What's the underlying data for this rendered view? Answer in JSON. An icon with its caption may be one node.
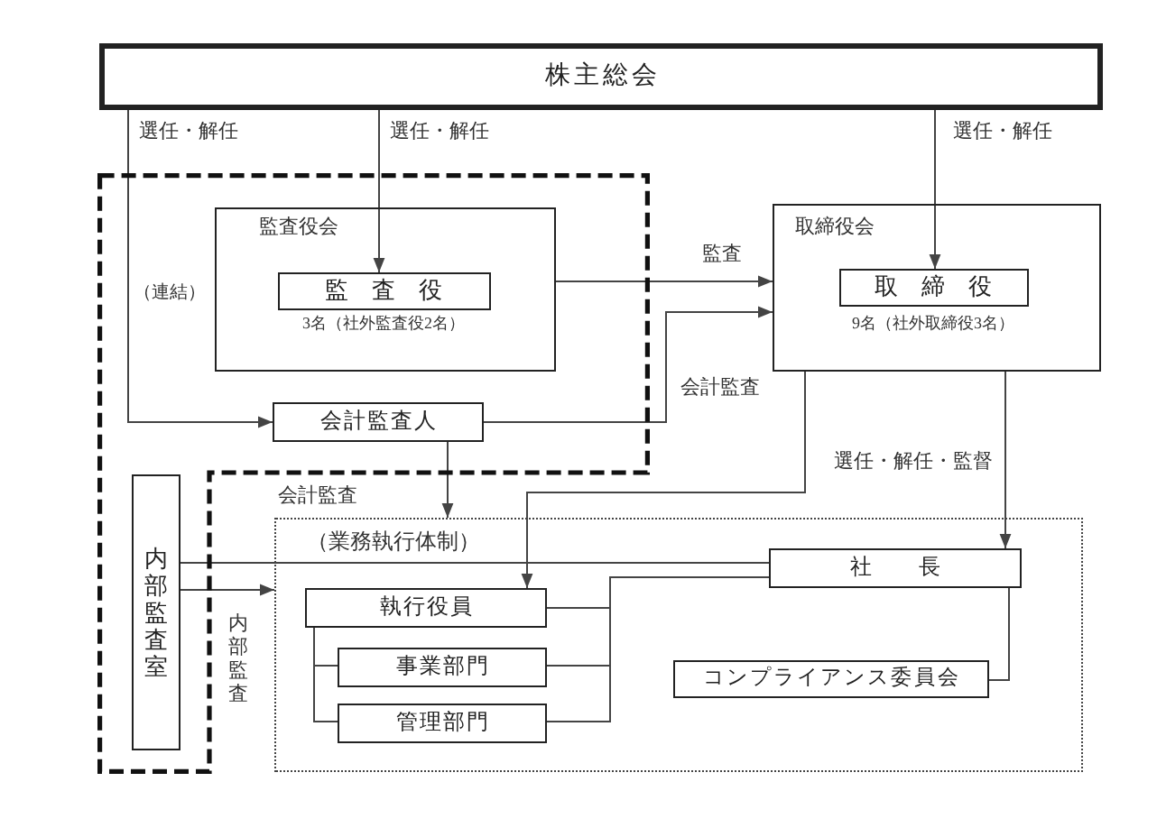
{
  "diagram": {
    "nodes": [
      {
        "text": [
          "株主総会"
        ]
      },
      {
        "text": [
          "（連結）"
        ]
      },
      {
        "text": [
          "監査役会"
        ],
        "in": 1
      },
      {
        "text": [
          "監査役"
        ],
        "in": 2,
        "beside": [
          "3名（社外監査役2名）"
        ]
      },
      {
        "text": [
          "会計監査人"
        ],
        "in": 1
      },
      {
        "text": [
          "内部監査室"
        ],
        "in": 1
      },
      {
        "text": [
          "取締役会"
        ]
      },
      {
        "text": [
          "取締役"
        ],
        "in": 6,
        "beside": [
          "9名（社外取締役3名）"
        ]
      },
      {
        "text": [
          "（業務執行体制）"
        ]
      },
      {
        "text": [
          "社長"
        ],
        "in": 8
      },
      {
        "text": [
          "執行役員"
        ],
        "in": 8
      },
      {
        "text": [
          "事業部門"
        ],
        "in": 8
      },
      {
        "text": [
          "管理部門"
        ],
        "in": 8
      },
      {
        "text": [
          "コンプライアンス委員会"
        ],
        "in": 8
      }
    ],
    "edges": [
      {
        "from": 0,
        "to": 4,
        "arrow": "to",
        "label": "選任・解任"
      },
      {
        "from": 0,
        "to": 3,
        "arrow": "to",
        "label": "選任・解任"
      },
      {
        "from": 0,
        "to": 7,
        "arrow": "to",
        "label": "選任・解任"
      },
      {
        "from": 2,
        "to": 6,
        "arrow": "to",
        "label": "監査"
      },
      {
        "from": 4,
        "to": 6,
        "arrow": "to",
        "label": "会計監査"
      },
      {
        "from": 4,
        "to": 8,
        "arrow": "to",
        "label": "会計監査"
      },
      {
        "from": 6,
        "to": 10,
        "arrow": "to"
      },
      {
        "from": 6,
        "to": 9,
        "arrow": "to",
        "label": "選任・解任・監督"
      },
      {
        "from": 5,
        "to": 9,
        "arrow": "none"
      },
      {
        "from": 5,
        "to": 8,
        "arrow": "to",
        "label": "内部監査"
      },
      {
        "from": 9,
        "to": 10,
        "arrow": "none"
      },
      {
        "from": 9,
        "to": 11,
        "arrow": "none"
      },
      {
        "from": 9,
        "to": 12,
        "arrow": "none"
      },
      {
        "from": 10,
        "to": 11,
        "arrow": "none"
      },
      {
        "from": 10,
        "to": 12,
        "arrow": "none"
      },
      {
        "from": 9,
        "to": 13,
        "arrow": "none"
      }
    ]
  }
}
